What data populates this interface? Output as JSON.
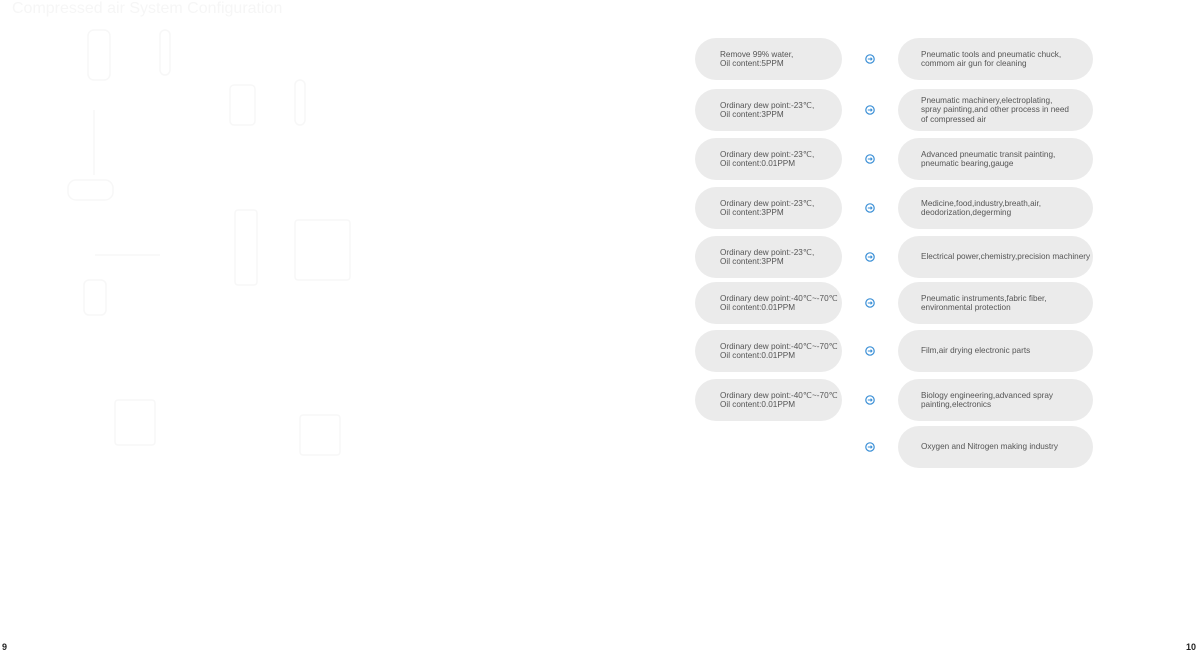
{
  "left_page": {
    "title": "Compressed air System Configuration",
    "page_number": "9"
  },
  "right_page": {
    "page_number": "10",
    "arrow_icon": "circle-arrow-right-icon",
    "accent_color": "#3a8fd6",
    "rows": [
      {
        "spec": "Remove 99% water,\nOil content:5PPM",
        "application": "Pneumatic tools and pneumatic chuck,\ncommom air gun for cleaning"
      },
      {
        "spec": "Ordinary dew point:-23℃,\nOil content:3PPM",
        "application": "Pneumatic machinery,electroplating,\nspray painting,and other process in need\nof compressed air"
      },
      {
        "spec": "Ordinary dew point:-23℃,\nOil content:0.01PPM",
        "application": "Advanced pneumatic transit painting,\npneumatic bearing,gauge"
      },
      {
        "spec": "Ordinary dew point:-23℃,\nOil content:3PPM",
        "application": "Medicine,food,industry,breath,air,\ndeodorization,degerming"
      },
      {
        "spec": "Ordinary dew point:-23℃,\nOil content:3PPM",
        "application": "Electrical power,chemistry,precision machinery"
      },
      {
        "spec": "Ordinary dew point:-40℃~-70℃\nOil content:0.01PPM",
        "application": "Pneumatic instruments,fabric fiber,\nenvironmental protection"
      },
      {
        "spec": "Ordinary dew point:-40℃~-70℃\nOil content:0.01PPM",
        "application": "Film,air drying electronic parts"
      },
      {
        "spec": "Ordinary dew point:-40℃~-70℃\nOil content:0.01PPM",
        "application": "Biology engineering,advanced spray\npainting,electronics"
      },
      {
        "spec": null,
        "application": "Oxygen and Nitrogen making industry"
      }
    ]
  }
}
